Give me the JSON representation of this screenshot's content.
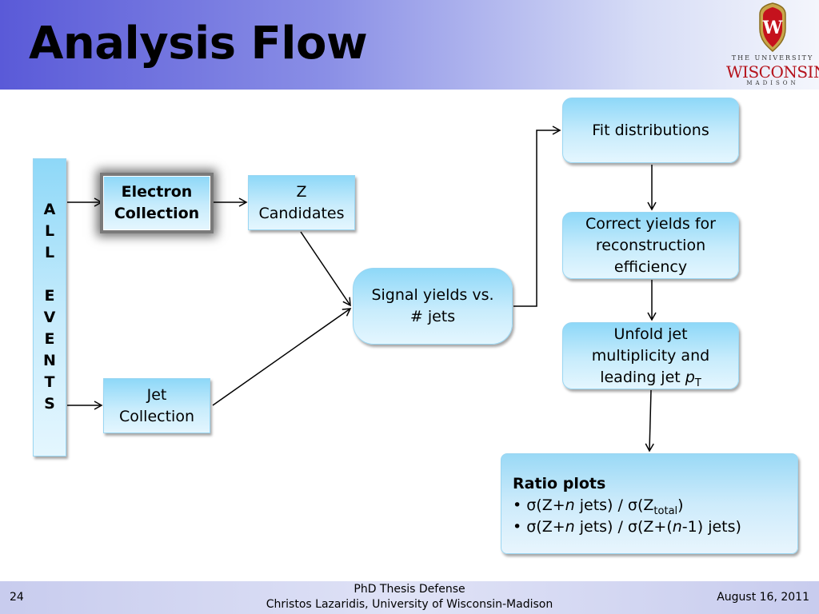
{
  "title": "Analysis Flow",
  "logo": {
    "line1": "THE UNIVERSITY",
    "line2": "WISCONSIN",
    "line3": "MADISON",
    "crest_letter": "W"
  },
  "diagram": {
    "all_events": [
      "A",
      "L",
      "L",
      "",
      "E",
      "V",
      "E",
      "N",
      "T",
      "S"
    ],
    "electron_collection": [
      "Electron",
      "Collection"
    ],
    "z_candidates": [
      "Z",
      "Candidates"
    ],
    "jet_collection": [
      "Jet",
      "Collection"
    ],
    "signal_yields": [
      "Signal yields vs.",
      "# jets"
    ],
    "fit_distributions": "Fit distributions",
    "correct_yields": [
      "Correct yields for",
      "reconstruction",
      "efficiency"
    ],
    "unfold": {
      "line1": "Unfold jet",
      "line2": "multiplicity and",
      "line3_text": "leading jet ",
      "line3_var": "p",
      "line3_sub": "T"
    },
    "ratio_plots": {
      "title": "Ratio plots",
      "item1": {
        "a": "• σ(Z+",
        "n": "n",
        "b": " jets) / σ(Z",
        "sub": "total",
        "c": ")"
      },
      "item2": {
        "a": "• σ(Z+",
        "n": "n",
        "b": " jets) / σ(Z+(",
        "n2": "n",
        "c": "-1) jets)"
      }
    }
  },
  "footer": {
    "page_number": "24",
    "line1": "PhD Thesis Defense",
    "line2": "Christos Lazaridis, University of Wisconsin-Madison",
    "date": "August 16, 2011"
  },
  "colors": {
    "box_fill": "#c8ecfc",
    "header_gradient_start": "#5a5ad8",
    "wisconsin_red": "#b5121b"
  }
}
